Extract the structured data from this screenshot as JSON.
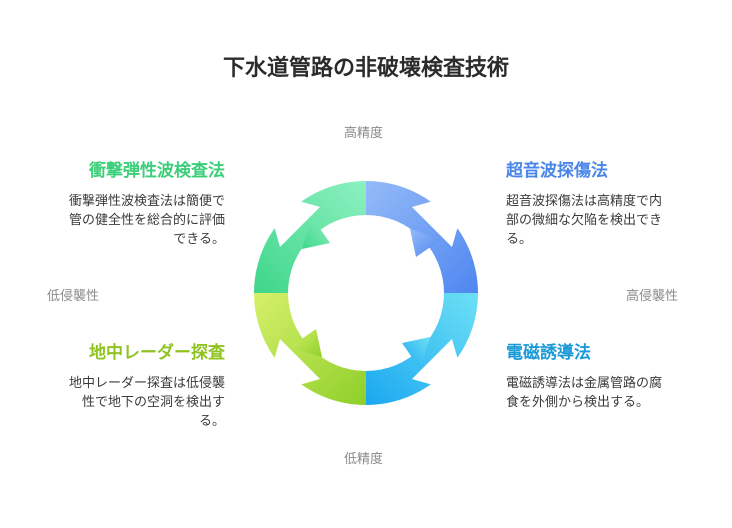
{
  "title": "下水道管路の非破壊検査技術",
  "axis": {
    "top": "高精度",
    "bottom": "低精度",
    "left": "低侵襲性",
    "right": "高侵襲性"
  },
  "quadrants": {
    "top_left": {
      "heading": "衝撃弾性波検査法",
      "lines": [
        "衝撃弾性波検査法は簡便で",
        "管の健全性を総合的に評価",
        "できる。"
      ],
      "color": "#3ccf7a"
    },
    "top_right": {
      "heading": "超音波探傷法",
      "lines": [
        "超音波探傷法は高精度で内",
        "部の微細な欠陥を検出でき",
        "る。"
      ],
      "color": "#4a86e8"
    },
    "bottom_left": {
      "heading": "地中レーダー探査",
      "lines": [
        "地中レーダー探査は低侵襲",
        "性で地下の空洞を検出す",
        "る。"
      ],
      "color": "#8fc31f"
    },
    "bottom_right": {
      "heading": "電磁誘導法",
      "lines": [
        "電磁誘導法は金属管路の腐",
        "食を外側から検出する。"
      ],
      "color": "#1a9bd7"
    }
  }
}
